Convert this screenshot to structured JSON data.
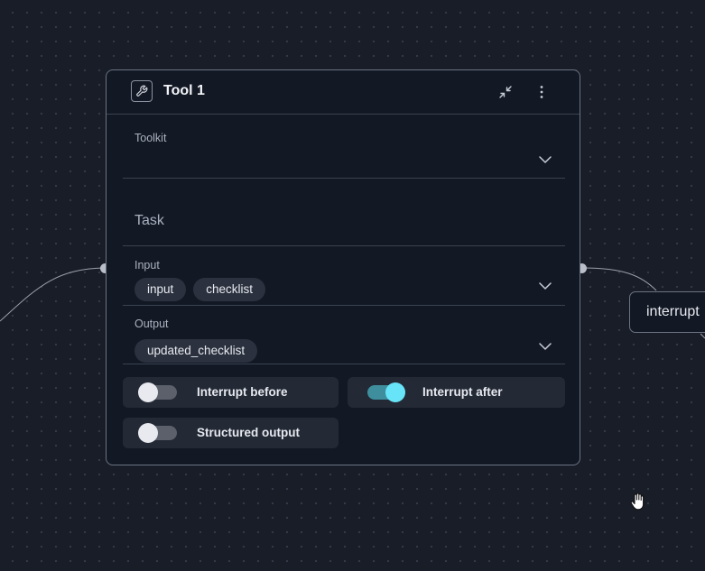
{
  "node": {
    "icon": "wrench-icon",
    "title": "Tool 1",
    "actions": [
      "collapse-icon",
      "more-vertical-icon"
    ],
    "fields": {
      "toolkit": {
        "label": "Toolkit",
        "value": ""
      },
      "task": {
        "placeholder": "Task",
        "value": ""
      },
      "input": {
        "label": "Input",
        "chips": [
          "input",
          "checklist"
        ]
      },
      "output": {
        "label": "Output",
        "chips": [
          "updated_checklist"
        ]
      }
    },
    "toggles": {
      "interrupt_before": {
        "label": "Interrupt before",
        "on": false
      },
      "interrupt_after": {
        "label": "Interrupt after",
        "on": true
      },
      "structured_output": {
        "label": "Structured output",
        "on": false
      }
    }
  },
  "side_node": {
    "label": "interrupt"
  },
  "colors": {
    "canvas": "#191d27",
    "node_bg": "#131924",
    "toggle_on": "#67e4f8",
    "chip_bg": "#2b313e"
  }
}
